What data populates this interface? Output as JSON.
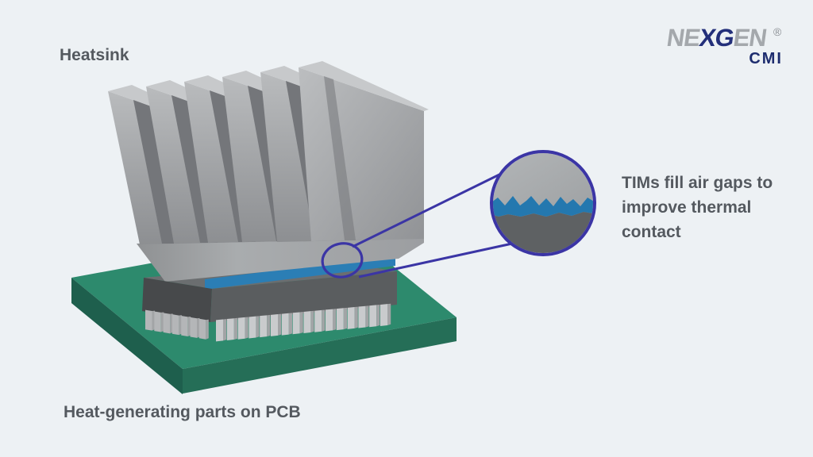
{
  "labels": {
    "heatsink": "Heatsink",
    "pcb": "Heat-generating parts on PCB"
  },
  "callout": {
    "text": "TIMs fill air gaps to improve thermal contact"
  },
  "logo": {
    "part1": "NE",
    "part2": "XG",
    "part3": "EN",
    "registered": "®",
    "subtext": "CMI"
  },
  "colors": {
    "background": "#edf1f4",
    "label_text": "#54595f",
    "callout_stroke": "#3b35a5",
    "tim_blue": "#2b7eb5",
    "tim_blue_dark": "#2478af",
    "pcb_green_top": "#2d8a6d",
    "pcb_green_left": "#1e5f4d",
    "pcb_green_right": "#256e57",
    "heatsink_top": "#c7c9cb",
    "heatsink_shadow": "#74767a",
    "base_gray": "#9a9da0",
    "chip_top": "#6b6e70",
    "chip_front": "#5a5d5f",
    "chip_left": "#47494b",
    "pin_gray": "#c9cbcd",
    "pin_side": "#a2a4a6",
    "pin_left": "#b4b6b8",
    "magnifier_top_gray": "#a8abad",
    "magnifier_bottom_gray": "#5e6163",
    "logo_gray": "#a4a8ac",
    "logo_navy": "#232f7a",
    "logo_cmi": "#1d2c6e"
  }
}
